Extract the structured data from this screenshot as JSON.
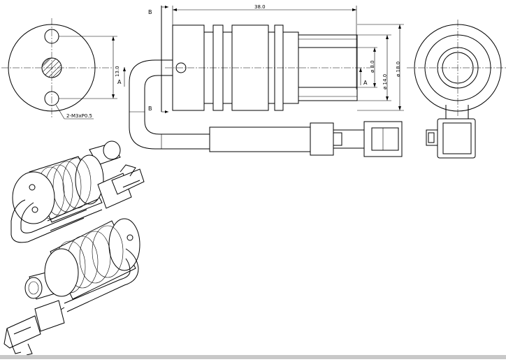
{
  "dimensions": {
    "length": "38.0",
    "bore_diameter": "ø 8.0",
    "body_diameter": "ø 14.0",
    "outer_diameter": "ø 18.0",
    "hole_spacing": "13.0",
    "thread_note": "2-M3xP0.5"
  },
  "section_labels": {
    "b_top": "B",
    "b_bottom": "B",
    "a_left": "A",
    "a_right": "A"
  }
}
